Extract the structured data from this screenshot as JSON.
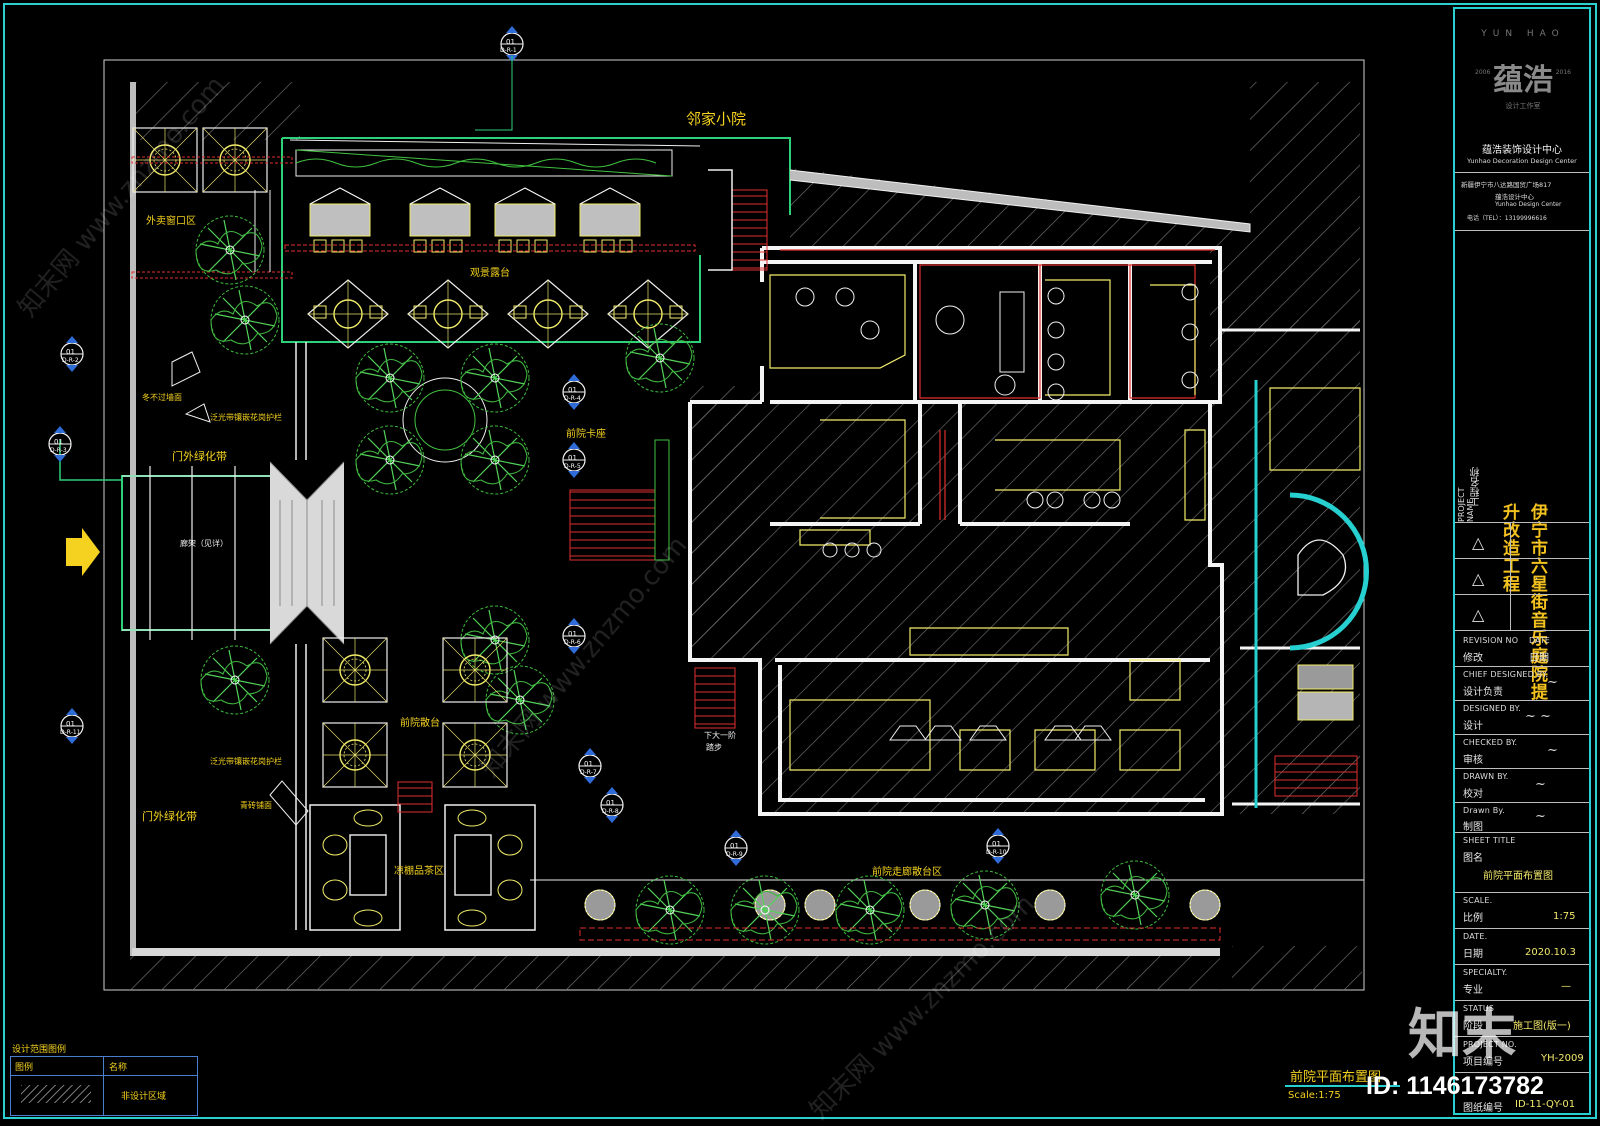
{
  "drawing": {
    "neighbor_yard": "邻家小院",
    "labels": {
      "takeout_window": "外卖窗口区",
      "view_deck": "观景露台",
      "outer_green_belt_top": "门外绿化带",
      "outer_green_belt_bottom": "门外绿化带",
      "front_deck_top": "前院卡座",
      "front_deck_mid": "前院散台",
      "canopy_tea": "凉棚品茶区",
      "corridor_deck": "前院走廊散台区",
      "entry_walk": "廊架（见详）",
      "winter_wall": "冬不过墙面",
      "fence_top": "泛光带镶嵌花岗护栏",
      "fence_bottom": "泛光带镶嵌花岗护栏",
      "tile_note": "青砖铺面",
      "step_note": "下大一阶",
      "step_note2": "踏步"
    },
    "callouts": [
      {
        "num": "01",
        "sub": "D-R-1"
      },
      {
        "num": "01",
        "sub": "D-R-2"
      },
      {
        "num": "01",
        "sub": "D-R-3"
      },
      {
        "num": "01",
        "sub": "D-R-4"
      },
      {
        "num": "01",
        "sub": "D-R-5"
      },
      {
        "num": "01",
        "sub": "D-R-6"
      },
      {
        "num": "01",
        "sub": "D-R-7"
      },
      {
        "num": "01",
        "sub": "D-R-8"
      },
      {
        "num": "01",
        "sub": "D-R-9"
      },
      {
        "num": "01",
        "sub": "D-R-10"
      },
      {
        "num": "01",
        "sub": "D-R-11"
      }
    ],
    "plan_title": "前院平面布置图",
    "plan_scale": "Scale:1:75"
  },
  "legend": {
    "heading": "设计范围图例",
    "col1": "图例",
    "col2": "名称",
    "row_name": "非设计区域"
  },
  "title_block": {
    "logo_arc": "YUN HAO",
    "logo_mark": "蕴浩",
    "logo_sub": "设计工作室",
    "logo_year_l": "2006",
    "logo_year_r": "2016",
    "company_cn": "蕴浩装饰设计中心",
    "company_en": "Yunhao Decoration Design Center",
    "addr1": "新疆伊宁市八达路国贸广场817",
    "addr2": "蕴浩设计中心",
    "addr3": "Yunhao Design Center",
    "addr4": "电话（TEL）：13199996616",
    "project_name": "伊宁市六星街音乐庭院提升改造工程",
    "project_name_en": "PROJECT NAME",
    "project_name_cn": "工程名称",
    "revision_en": "REVISION NO",
    "revision_cn": "修改",
    "date_en": "DATE",
    "date_cn": "日期",
    "chief_en": "CHIEF DESIGNED BY.",
    "chief_cn": "设计负责",
    "designed_en": "DESIGNED BY.",
    "designed_cn": "设计",
    "checked_en": "CHECKED BY.",
    "checked_cn": "审核",
    "drawn_en": "DRAWN BY.",
    "drawn_cn": "校对",
    "drawn2_en": "Drawn By.",
    "drawn2_cn": "制图",
    "sheet_title_en": "SHEET TITLE",
    "sheet_title_cn": "图名",
    "sheet_title": "前院平面布置图",
    "scale_en": "SCALE.",
    "scale_cn": "比例",
    "scale": "1:75",
    "date_label_en": "DATE.",
    "date_label_cn": "日期",
    "date": "2020.10.3",
    "specialty_en": "SPECIALTY.",
    "specialty_cn": "专业",
    "specialty": "—",
    "status_en": "STATUS",
    "status_cn": "阶段",
    "status": "施工图(版一)",
    "project_no_en": "PROJECT NO.",
    "project_no_cn": "项目编号",
    "project_no": "YH-2009",
    "drawing_no_cn": "图纸编号",
    "drawing_no": "ID-11-QY-01",
    "dot": "."
  },
  "watermark": {
    "brand": "知末",
    "site": "知末网 www.znzmo.com",
    "id": "ID: 1146173782"
  },
  "colors": {
    "frame": "#27d0d0",
    "wall": "#f0f0f0",
    "hatch": "#6f6f6f",
    "plant": "#42c240",
    "furniture": "#f2ec6a",
    "red": "#e03030",
    "label": "#f4d21f"
  }
}
